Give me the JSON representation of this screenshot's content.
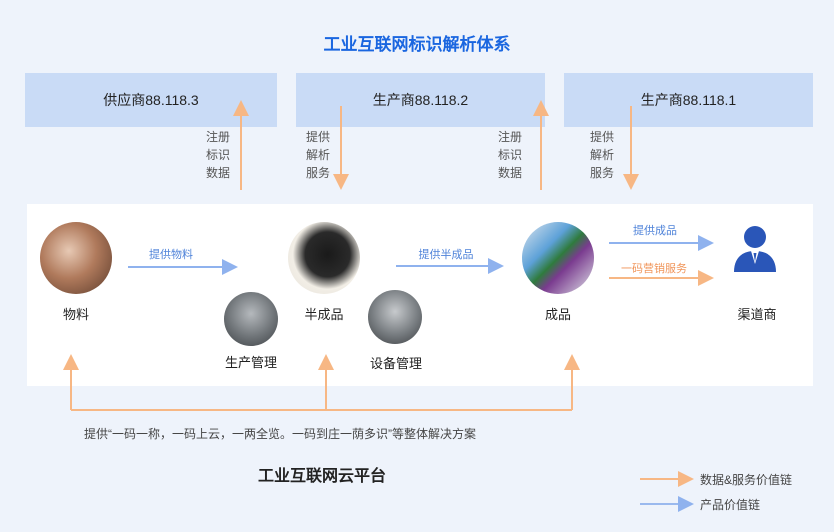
{
  "title": "工业互联网标识解析体系",
  "nodes": [
    {
      "label": "供应商88.118.3"
    },
    {
      "label": "生产商88.118.2"
    },
    {
      "label": "生产商88.118.1"
    }
  ],
  "vertical_labels": {
    "register1": "注册标识数据",
    "provide1": "提供解析服务",
    "register2": "注册标识数据",
    "provide2": "提供解析服务"
  },
  "flow": {
    "material": "物料",
    "semi": "半成品",
    "product": "成品",
    "channel": "渠道商",
    "production_mgmt": "生产管理",
    "equipment_mgmt": "设备管理",
    "provide_material": "提供物料",
    "provide_semi": "提供半成品",
    "provide_product": "提供成品",
    "one_code_marketing": "一码营销服务"
  },
  "description": "提供“一码一称，一码上云，一两全览。一码到庄一荫多识”等整体解决方案",
  "platform_title": "工业互联网云平台",
  "legend": [
    {
      "label": "数据&服务价值链",
      "color": "#f7b784"
    },
    {
      "label": "产品价值链",
      "color": "#9ab9ee"
    }
  ],
  "colors": {
    "orange": "#f7b784",
    "blue": "#8fb2ee",
    "title": "#1a66e0"
  }
}
